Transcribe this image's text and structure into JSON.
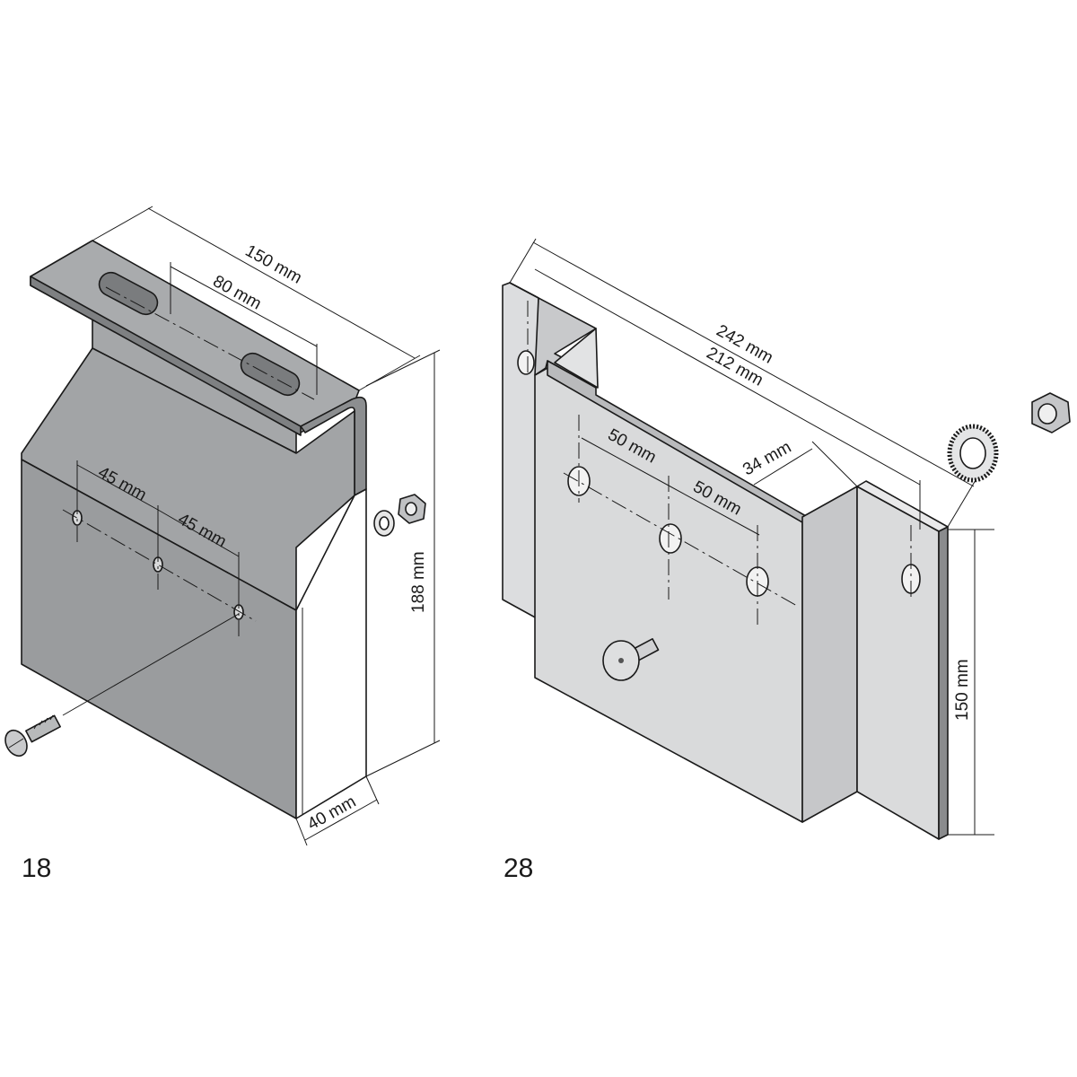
{
  "figures": [
    {
      "label": "18",
      "dimensions": {
        "total_length": "150 mm",
        "slot_spacing": "80 mm",
        "hole_spacing_left": "45 mm",
        "hole_spacing_right": "45 mm",
        "height": "188 mm",
        "depth": "40 mm"
      },
      "colors": {
        "plate": "#9ea0a2",
        "plate_dark": "#8e9092",
        "plate_light": "#b4b6b8",
        "edge": "#ffffff"
      }
    },
    {
      "label": "28",
      "dimensions": {
        "overall_length": "242 mm",
        "inner_length": "212 mm",
        "hole_spacing_left": "50 mm",
        "hole_spacing_right": "50 mm",
        "offset": "34 mm",
        "height": "150 mm"
      },
      "colors": {
        "plate": "#d9dadb",
        "plate_dark": "#c9cacc",
        "plate_side": "#c4c5c7"
      }
    }
  ]
}
